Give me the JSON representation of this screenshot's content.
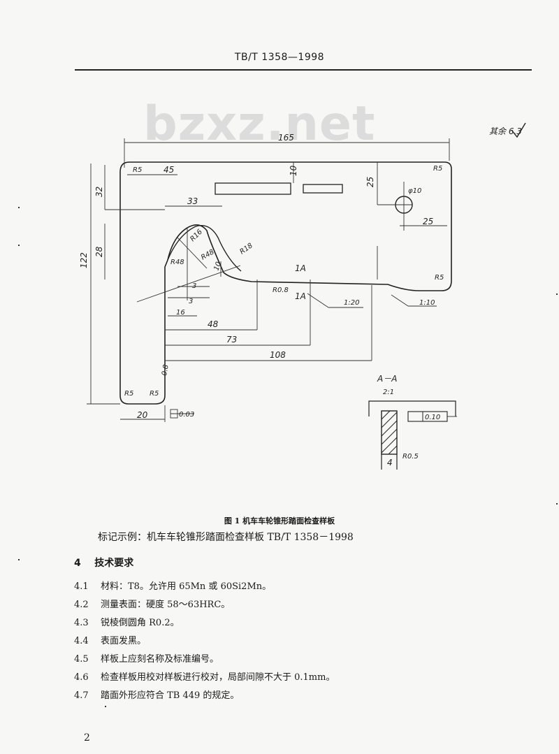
{
  "header": {
    "code": "TB/T 1358—1998"
  },
  "watermark": "bzxz.net",
  "drawing": {
    "surface_note": "其余 6.3",
    "dimensions": {
      "d165": "165",
      "d45": "45",
      "d10": "10",
      "d25a": "25",
      "d25b": "25",
      "d32": "32",
      "d33": "33",
      "d28": "28",
      "d122": "122",
      "d48": "48",
      "d73": "73",
      "d108": "108",
      "d20": "20",
      "d3a": "3",
      "d3b": "3",
      "d16": "16",
      "d10b": "10",
      "r5_tl": "R5",
      "r5_tr": "R5",
      "r5_br": "R5",
      "r5_bl": "R5",
      "r5_bl2": "R5",
      "r16": "R16",
      "r48": "R48",
      "r48b": "R48",
      "r18": "R18",
      "r08": "R0.8",
      "phi10": "φ10",
      "r05": "R0.5",
      "w4": "4",
      "taper1": "1:20",
      "taper2": "1:10",
      "sec_mark_top": "1A",
      "sec_mark_bot": "1A",
      "flat_tol": "0.03",
      "roughness_small": "0.8",
      "section_title": "A－A",
      "section_scale": "2:1",
      "section_tol": "0.10"
    }
  },
  "caption": "图 1  机车车轮锥形踏面检查样板",
  "marking_example": "标记示例：机车车轮锥形踏面检查样板      TB/T 1358－1998",
  "section": {
    "number": "4",
    "title": "技术要求"
  },
  "requirements": [
    {
      "num": "4.1",
      "text": "材料：T8。允许用 65Mn 或 60Si2Mn。"
    },
    {
      "num": "4.2",
      "text": "测量表面：硬度 58～63HRC。"
    },
    {
      "num": "4.3",
      "text": "锐棱倒圆角 R0.2。"
    },
    {
      "num": "4.4",
      "text": "表面发黑。"
    },
    {
      "num": "4.5",
      "text": "样板上应刻名称及标准编号。"
    },
    {
      "num": "4.6",
      "text": "检查样板用校对样板进行校对，局部间隙不大于 0.1mm。"
    },
    {
      "num": "4.7",
      "text": "踏面外形应符合 TB 449 的规定。"
    }
  ],
  "page_number": "2"
}
